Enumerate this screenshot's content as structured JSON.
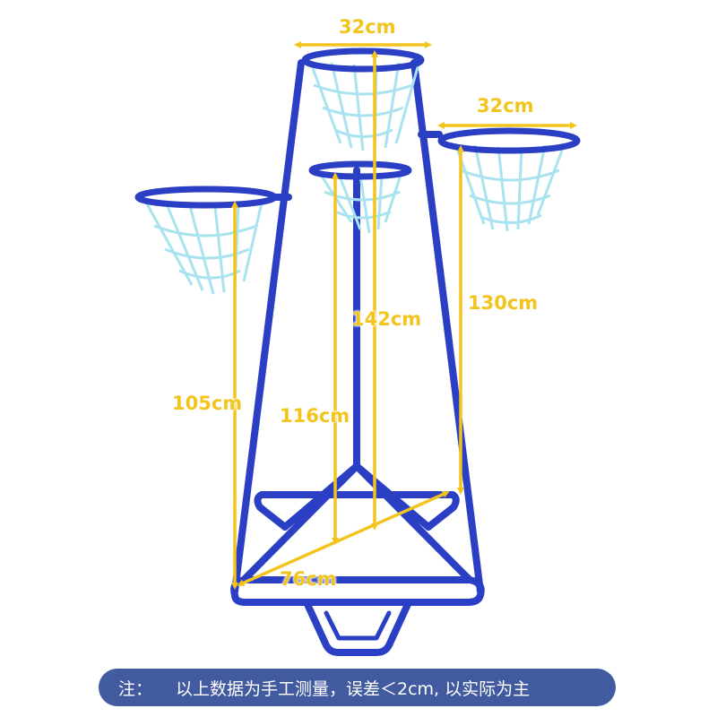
{
  "dimensions": {
    "hoop_diameter_top": "32cm",
    "hoop_diameter_right": "32cm",
    "height_right": "130cm",
    "height_center_tall": "142cm",
    "height_left": "105cm",
    "height_center_short": "116cm",
    "base_width": "76cm"
  },
  "footer": {
    "prefix": "注：",
    "note": "以上数据为手工测量，误差＜2cm, 以实际为主"
  },
  "colors": {
    "frame": "#2a3fc4",
    "net": "#a9e3ef",
    "dimension": "#f2c41e",
    "footer_bg": "#425ba0"
  }
}
